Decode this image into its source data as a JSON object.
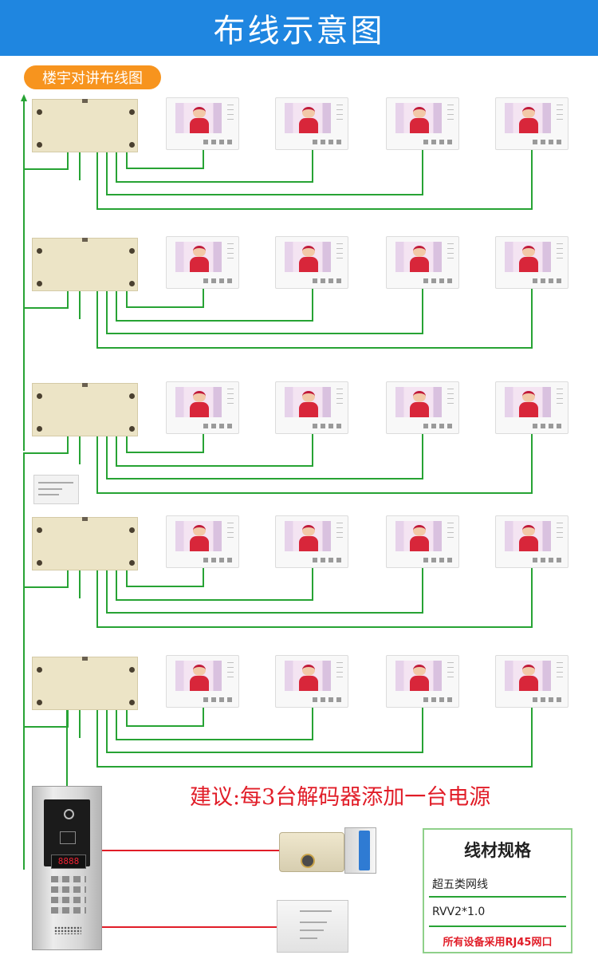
{
  "header": {
    "title": "布线示意图"
  },
  "subtitle": "楼宇对讲布线图",
  "floors_count": 5,
  "monitors_per_floor": 4,
  "outdoor_panel": {
    "display_value": "8888"
  },
  "suggestion": "建议:每3台解码器添加一台电源",
  "spec": {
    "title": "线材规格",
    "cable_1": "超五类网线",
    "cable_2": "RVV2*1.0",
    "note": "所有设备采用RJ45网口"
  },
  "colors": {
    "header_bg": "#1f86e0",
    "subtitle_bg": "#f7941e",
    "wire_green": "#27a334",
    "wire_red": "#e11d28"
  }
}
